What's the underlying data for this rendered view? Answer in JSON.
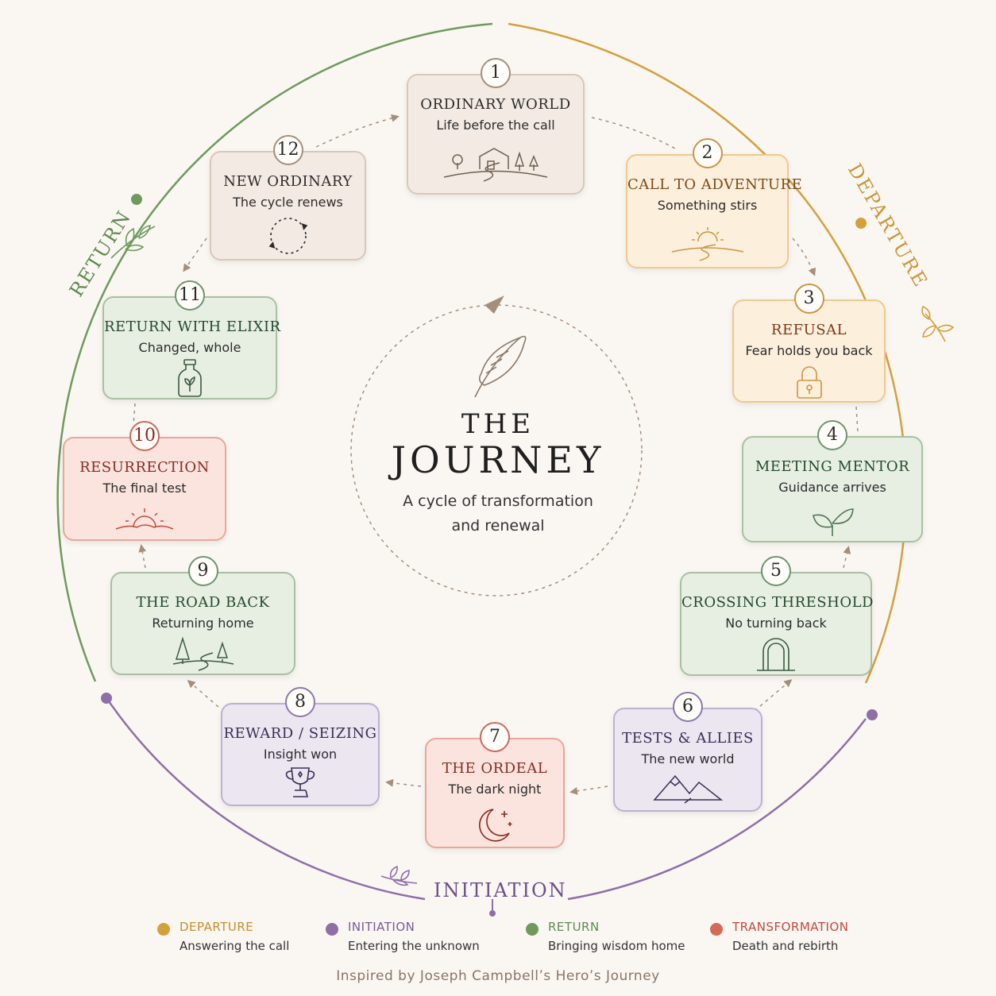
{
  "center": {
    "title_line1": "THE",
    "title_line2": "JOURNEY",
    "subtitle_line1": "A cycle of transformation",
    "subtitle_line2": "and renewal"
  },
  "arcs": {
    "departure": "DEPARTURE",
    "initiation": "INITIATION",
    "return": "RETURN"
  },
  "stages": [
    {
      "num": "1",
      "title": "ORDINARY WORLD",
      "subtitle": "Life before the call",
      "icon": "house-landscape-icon"
    },
    {
      "num": "2",
      "title": "CALL TO ADVENTURE",
      "subtitle": "Something stirs",
      "icon": "sunrise-icon"
    },
    {
      "num": "3",
      "title": "REFUSAL",
      "subtitle": "Fear holds you back",
      "icon": "padlock-icon"
    },
    {
      "num": "4",
      "title": "MEETING MENTOR",
      "subtitle": "Guidance arrives",
      "icon": "leaves-icon"
    },
    {
      "num": "5",
      "title": "CROSSING THRESHOLD",
      "subtitle": "No turning back",
      "icon": "doorway-icon"
    },
    {
      "num": "6",
      "title": "TESTS & ALLIES",
      "subtitle": "The new world",
      "icon": "mountains-icon"
    },
    {
      "num": "7",
      "title": "THE ORDEAL",
      "subtitle": "The dark night",
      "icon": "moon-stars-icon"
    },
    {
      "num": "8",
      "title": "REWARD / SEIZING",
      "subtitle": "Insight won",
      "icon": "trophy-icon"
    },
    {
      "num": "9",
      "title": "THE ROAD BACK",
      "subtitle": "Returning home",
      "icon": "trees-road-icon"
    },
    {
      "num": "10",
      "title": "RESURRECTION",
      "subtitle": "The final test",
      "icon": "rising-sun-icon"
    },
    {
      "num": "11",
      "title": "RETURN WITH ELIXIR",
      "subtitle": "Changed, whole",
      "icon": "elixir-bottle-icon"
    },
    {
      "num": "12",
      "title": "NEW ORDINARY",
      "subtitle": "The cycle renews",
      "icon": "cycle-arrows-icon"
    }
  ],
  "legend": [
    {
      "name": "DEPARTURE",
      "desc": "Answering the call",
      "color": "#d4a03c"
    },
    {
      "name": "INITIATION",
      "desc": "Entering the unknown",
      "color": "#8e6fa6"
    },
    {
      "name": "RETURN",
      "desc": "Bringing wisdom home",
      "color": "#6f9a5c"
    },
    {
      "name": "TRANSFORMATION",
      "desc": "Death and rebirth",
      "color": "#d46a5a"
    }
  ],
  "footer": "Inspired by Joseph Campbell’s Hero’s Journey",
  "colors": {
    "departure": "#d4a03c",
    "initiation": "#8e6fa6",
    "return": "#6f9a5c",
    "transformation": "#d46a5a",
    "arrow": "#a48f7c"
  }
}
